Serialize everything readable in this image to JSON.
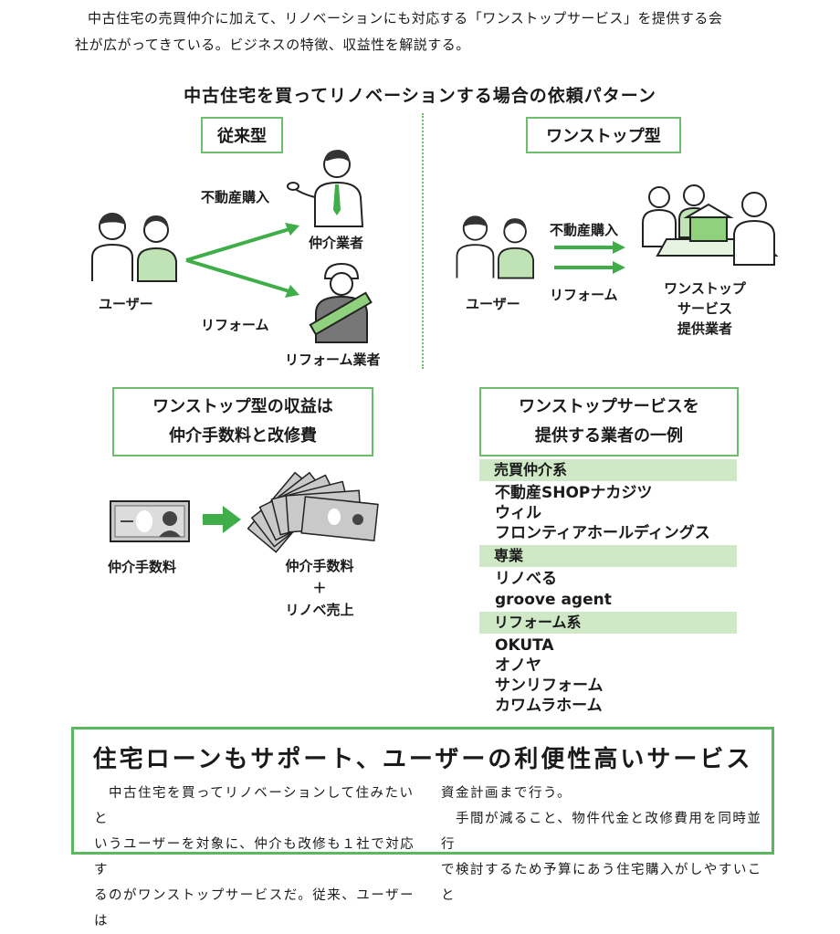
{
  "intro": {
    "line1": "中古住宅の売買仲介に加えて、リノベーションにも対応する「ワンストップサービス」を提供する会",
    "line2": "社が広がってきている。ビジネスの特徴、収益性を解説する。"
  },
  "diagram": {
    "title": "中古住宅を買ってリノベーションする場合の依頼パターン",
    "traditional": {
      "heading": "従来型",
      "user_label": "ユーザー",
      "purchase_label": "不動産購入",
      "broker_label": "仲介業者",
      "reform_label": "リフォーム",
      "contractor_label": "リフォーム業者"
    },
    "onestop": {
      "heading": "ワンストップ型",
      "user_label": "ユーザー",
      "purchase_label": "不動産購入",
      "reform_label": "リフォーム",
      "provider_line1": "ワンストップ",
      "provider_line2": "サービス",
      "provider_line3": "提供業者"
    }
  },
  "revenue": {
    "box_line1": "ワンストップ型の収益は",
    "box_line2": "仲介手数料と改修費",
    "left_label": "仲介手数料",
    "right_line1": "仲介手数料",
    "right_plus": "＋",
    "right_line2": "リノベ売上"
  },
  "examples": {
    "box_line1": "ワンストップサービスを",
    "box_line2": "提供する業者の一例",
    "categories": [
      {
        "name": "売買仲介系",
        "companies": [
          "不動産SHOPナカジツ",
          "ウィル",
          "フロンティアホールディングス"
        ]
      },
      {
        "name": "専業",
        "companies": [
          "リノべる",
          "groove agent"
        ]
      },
      {
        "name": "リフォーム系",
        "companies": [
          "OKUTA",
          "オノヤ",
          "サンリフォーム",
          "カワムラホーム"
        ]
      }
    ]
  },
  "article": {
    "title": "住宅ローンもサポート、ユーザーの利便性高いサービス",
    "left_col": [
      "　中古住宅を買ってリノベーションして住みたいと",
      "いうユーザーを対象に、仲介も改修も１社で対応す",
      "るのがワンストップサービスだ。従来、ユーザーは"
    ],
    "right_col": [
      "資金計画まで行う。",
      "　手間が減ること、物件代金と改修費用を同時並行",
      "で検討するため予算にあう住宅購入がしやすいこと"
    ]
  },
  "colors": {
    "accent_green": "#5cb85c",
    "light_green": "#cfe8c6",
    "arrow_green": "#3fae49"
  }
}
